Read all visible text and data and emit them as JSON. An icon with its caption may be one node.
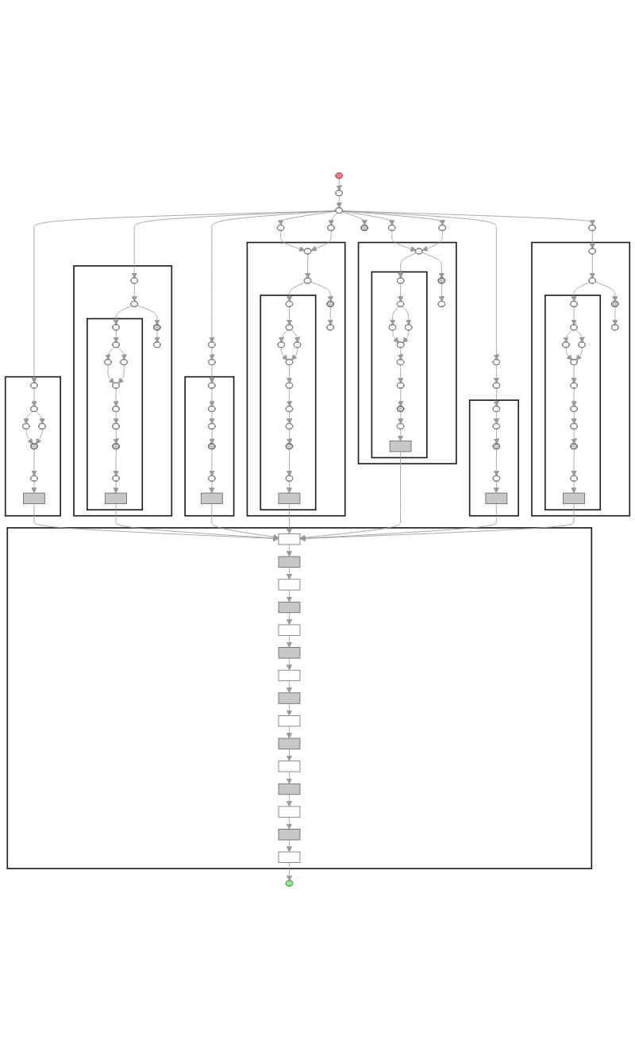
{
  "diagram": {
    "nodes": [
      {
        "text": [],
        "shape": "ellipse"
      },
      {
        "text": [],
        "shape": "ellipse"
      },
      {
        "text": [],
        "shape": "ellipse"
      },
      {
        "text": [],
        "shape": "box"
      },
      {
        "text": [],
        "shape": "ellipse",
        "in": 3
      },
      {
        "text": [],
        "shape": "ellipse",
        "in": 3
      },
      {
        "text": [],
        "shape": "ellipse",
        "in": 3
      },
      {
        "text": [],
        "shape": "ellipse",
        "in": 3
      },
      {
        "text": [],
        "shape": "ellipse",
        "in": 3
      },
      {
        "text": [],
        "shape": "ellipse",
        "in": 3
      },
      {
        "text": [],
        "shape": "box",
        "in": 3
      },
      {
        "text": [],
        "shape": "box"
      },
      {
        "text": [],
        "shape": "ellipse",
        "in": 11
      },
      {
        "text": [],
        "shape": "ellipse",
        "in": 11
      },
      {
        "text": [],
        "shape": "ellipse",
        "in": 11
      },
      {
        "text": [],
        "shape": "ellipse",
        "in": 11
      },
      {
        "text": [],
        "shape": "box",
        "in": 11
      },
      {
        "text": [],
        "shape": "ellipse",
        "in": 16
      },
      {
        "text": [],
        "shape": "ellipse",
        "in": 16
      },
      {
        "text": [],
        "shape": "ellipse",
        "in": 16
      },
      {
        "text": [],
        "shape": "ellipse",
        "in": 16
      },
      {
        "text": [],
        "shape": "ellipse",
        "in": 16
      },
      {
        "text": [],
        "shape": "ellipse",
        "in": 16
      },
      {
        "text": [],
        "shape": "ellipse",
        "in": 16
      },
      {
        "text": [],
        "shape": "ellipse",
        "in": 16
      },
      {
        "text": [],
        "shape": "ellipse",
        "in": 16
      },
      {
        "text": [],
        "shape": "box",
        "in": 16
      },
      {
        "text": [],
        "shape": "box"
      },
      {
        "text": [],
        "shape": "ellipse",
        "in": 27
      },
      {
        "text": [],
        "shape": "ellipse",
        "in": 27
      },
      {
        "text": [],
        "shape": "ellipse",
        "in": 27
      },
      {
        "text": [],
        "shape": "ellipse",
        "in": 27
      },
      {
        "text": [],
        "shape": "ellipse",
        "in": 27
      },
      {
        "text": [],
        "shape": "box",
        "in": 27
      },
      {
        "text": [],
        "shape": "ellipse"
      },
      {
        "text": [],
        "shape": "ellipse"
      },
      {
        "text": [],
        "shape": "ellipse"
      },
      {
        "text": [],
        "shape": "ellipse"
      },
      {
        "text": [],
        "shape": "box"
      },
      {
        "text": [],
        "shape": "ellipse",
        "in": 38
      },
      {
        "text": [],
        "shape": "ellipse",
        "in": 38
      },
      {
        "text": [],
        "shape": "ellipse",
        "in": 38
      },
      {
        "text": [],
        "shape": "ellipse",
        "in": 38
      },
      {
        "text": [],
        "shape": "box",
        "in": 38
      },
      {
        "text": [],
        "shape": "ellipse",
        "in": 43
      },
      {
        "text": [],
        "shape": "ellipse",
        "in": 43
      },
      {
        "text": [],
        "shape": "ellipse",
        "in": 43
      },
      {
        "text": [],
        "shape": "ellipse",
        "in": 43
      },
      {
        "text": [],
        "shape": "ellipse",
        "in": 43
      },
      {
        "text": [],
        "shape": "ellipse",
        "in": 43
      },
      {
        "text": [],
        "shape": "ellipse",
        "in": 43
      },
      {
        "text": [],
        "shape": "ellipse",
        "in": 43
      },
      {
        "text": [],
        "shape": "ellipse",
        "in": 43
      },
      {
        "text": [],
        "shape": "ellipse",
        "in": 43
      },
      {
        "text": [],
        "shape": "box",
        "in": 43
      },
      {
        "text": [],
        "shape": "ellipse"
      },
      {
        "text": [],
        "shape": "ellipse"
      },
      {
        "text": [],
        "shape": "box"
      },
      {
        "text": [],
        "shape": "ellipse",
        "in": 57
      },
      {
        "text": [],
        "shape": "ellipse",
        "in": 57
      },
      {
        "text": [],
        "shape": "ellipse",
        "in": 57
      },
      {
        "text": [],
        "shape": "box",
        "in": 57
      },
      {
        "text": [],
        "shape": "ellipse",
        "in": 61
      },
      {
        "text": [],
        "shape": "ellipse",
        "in": 61
      },
      {
        "text": [],
        "shape": "ellipse",
        "in": 61
      },
      {
        "text": [],
        "shape": "ellipse",
        "in": 61
      },
      {
        "text": [],
        "shape": "ellipse",
        "in": 61
      },
      {
        "text": [],
        "shape": "ellipse",
        "in": 61
      },
      {
        "text": [],
        "shape": "ellipse",
        "in": 61
      },
      {
        "text": [],
        "shape": "ellipse",
        "in": 61
      },
      {
        "text": [],
        "shape": "ellipse",
        "in": 61
      },
      {
        "text": [],
        "shape": "box",
        "in": 61
      },
      {
        "text": [],
        "shape": "box"
      },
      {
        "text": [],
        "shape": "ellipse",
        "in": 72
      },
      {
        "text": [],
        "shape": "ellipse",
        "in": 72
      },
      {
        "text": [],
        "shape": "ellipse",
        "in": 72
      },
      {
        "text": [],
        "shape": "ellipse",
        "in": 72
      },
      {
        "text": [],
        "shape": "box",
        "in": 72
      },
      {
        "text": [],
        "shape": "ellipse"
      },
      {
        "text": [],
        "shape": "ellipse"
      },
      {
        "text": [],
        "shape": "ellipse"
      },
      {
        "text": [],
        "shape": "box"
      },
      {
        "text": [],
        "shape": "ellipse",
        "in": 81
      },
      {
        "text": [],
        "shape": "ellipse",
        "in": 81
      },
      {
        "text": [],
        "shape": "ellipse",
        "in": 81
      },
      {
        "text": [],
        "shape": "ellipse",
        "in": 81
      },
      {
        "text": [],
        "shape": "box",
        "in": 81
      },
      {
        "text": [],
        "shape": "ellipse",
        "in": 86
      },
      {
        "text": [],
        "shape": "ellipse",
        "in": 86
      },
      {
        "text": [],
        "shape": "ellipse",
        "in": 86
      },
      {
        "text": [],
        "shape": "ellipse",
        "in": 86
      },
      {
        "text": [],
        "shape": "ellipse",
        "in": 86
      },
      {
        "text": [],
        "shape": "ellipse",
        "in": 86
      },
      {
        "text": [],
        "shape": "ellipse",
        "in": 86
      },
      {
        "text": [],
        "shape": "ellipse",
        "in": 86
      },
      {
        "text": [],
        "shape": "ellipse",
        "in": 86
      },
      {
        "text": [],
        "shape": "ellipse",
        "in": 86
      },
      {
        "text": [],
        "shape": "box",
        "in": 86
      },
      {
        "text": [],
        "shape": "ellipse"
      },
      {
        "text": [],
        "shape": "box"
      },
      {
        "text": [],
        "shape": "box",
        "in": 99
      },
      {
        "text": [],
        "shape": "box",
        "in": 99
      },
      {
        "text": [],
        "shape": "box",
        "in": 99
      },
      {
        "text": [],
        "shape": "box",
        "in": 99
      },
      {
        "text": [],
        "shape": "box",
        "in": 99
      },
      {
        "text": [],
        "shape": "box",
        "in": 99
      },
      {
        "text": [],
        "shape": "box",
        "in": 99
      },
      {
        "text": [],
        "shape": "box",
        "in": 99
      },
      {
        "text": [],
        "shape": "box",
        "in": 99
      },
      {
        "text": [],
        "shape": "box",
        "in": 99
      },
      {
        "text": [],
        "shape": "box",
        "in": 99
      },
      {
        "text": [],
        "shape": "box",
        "in": 99
      },
      {
        "text": [],
        "shape": "box",
        "in": 99
      },
      {
        "text": [],
        "shape": "box",
        "in": 99
      },
      {
        "text": [],
        "shape": "box",
        "in": 99
      },
      {
        "text": [],
        "shape": "ellipse"
      }
    ],
    "edges": [
      {
        "from": 0,
        "to": 1,
        "arrow": "to"
      },
      {
        "from": 1,
        "to": 2,
        "arrow": "to"
      },
      {
        "from": 2,
        "to": 4,
        "arrow": "to"
      },
      {
        "from": 4,
        "to": 5,
        "arrow": "to"
      },
      {
        "from": 5,
        "to": 6,
        "arrow": "to"
      },
      {
        "from": 5,
        "to": 7,
        "arrow": "to"
      },
      {
        "from": 6,
        "to": 8,
        "arrow": "to"
      },
      {
        "from": 7,
        "to": 8,
        "arrow": "to"
      },
      {
        "from": 8,
        "to": 9,
        "arrow": "to"
      },
      {
        "from": 9,
        "to": 10,
        "arrow": "to"
      },
      {
        "from": 2,
        "to": 12,
        "arrow": "to"
      },
      {
        "from": 12,
        "to": 13,
        "arrow": "to"
      },
      {
        "from": 13,
        "to": 14,
        "arrow": "to"
      },
      {
        "from": 14,
        "to": 15,
        "arrow": "to"
      },
      {
        "from": 13,
        "to": 17,
        "arrow": "to"
      },
      {
        "from": 17,
        "to": 18,
        "arrow": "to"
      },
      {
        "from": 18,
        "to": 19,
        "arrow": "to"
      },
      {
        "from": 18,
        "to": 20,
        "arrow": "to"
      },
      {
        "from": 19,
        "to": 21,
        "arrow": "to"
      },
      {
        "from": 20,
        "to": 21,
        "arrow": "to"
      },
      {
        "from": 21,
        "to": 22,
        "arrow": "to"
      },
      {
        "from": 22,
        "to": 23,
        "arrow": "to"
      },
      {
        "from": 23,
        "to": 24,
        "arrow": "to"
      },
      {
        "from": 24,
        "to": 25,
        "arrow": "to"
      },
      {
        "from": 25,
        "to": 26,
        "arrow": "to"
      },
      {
        "from": 2,
        "to": 34,
        "arrow": "to"
      },
      {
        "from": 34,
        "to": 35,
        "arrow": "to"
      },
      {
        "from": 35,
        "to": 28,
        "arrow": "to"
      },
      {
        "from": 28,
        "to": 29,
        "arrow": "to"
      },
      {
        "from": 29,
        "to": 30,
        "arrow": "to"
      },
      {
        "from": 30,
        "to": 31,
        "arrow": "to"
      },
      {
        "from": 31,
        "to": 32,
        "arrow": "to"
      },
      {
        "from": 32,
        "to": 33,
        "arrow": "to"
      },
      {
        "from": 2,
        "to": 36,
        "arrow": "to"
      },
      {
        "from": 2,
        "to": 37,
        "arrow": "to"
      },
      {
        "from": 36,
        "to": 39,
        "arrow": "to"
      },
      {
        "from": 37,
        "to": 39,
        "arrow": "to"
      },
      {
        "from": 39,
        "to": 40,
        "arrow": "to"
      },
      {
        "from": 40,
        "to": 41,
        "arrow": "to"
      },
      {
        "from": 41,
        "to": 42,
        "arrow": "to"
      },
      {
        "from": 40,
        "to": 44,
        "arrow": "to"
      },
      {
        "from": 44,
        "to": 45,
        "arrow": "to"
      },
      {
        "from": 45,
        "to": 46,
        "arrow": "to"
      },
      {
        "from": 45,
        "to": 47,
        "arrow": "to"
      },
      {
        "from": 46,
        "to": 48,
        "arrow": "to"
      },
      {
        "from": 47,
        "to": 48,
        "arrow": "to"
      },
      {
        "from": 48,
        "to": 49,
        "arrow": "to"
      },
      {
        "from": 49,
        "to": 50,
        "arrow": "to"
      },
      {
        "from": 50,
        "to": 51,
        "arrow": "to"
      },
      {
        "from": 51,
        "to": 52,
        "arrow": "to"
      },
      {
        "from": 52,
        "to": 53,
        "arrow": "to"
      },
      {
        "from": 53,
        "to": 54,
        "arrow": "to"
      },
      {
        "from": 2,
        "to": 55,
        "arrow": "to"
      },
      {
        "from": 2,
        "to": 56,
        "arrow": "to"
      },
      {
        "from": 55,
        "to": 58,
        "arrow": "to"
      },
      {
        "from": 56,
        "to": 58,
        "arrow": "to"
      },
      {
        "from": 58,
        "to": 59,
        "arrow": "to"
      },
      {
        "from": 59,
        "to": 60,
        "arrow": "to"
      },
      {
        "from": 58,
        "to": 62,
        "arrow": "to"
      },
      {
        "from": 62,
        "to": 63,
        "arrow": "to"
      },
      {
        "from": 63,
        "to": 64,
        "arrow": "to"
      },
      {
        "from": 63,
        "to": 65,
        "arrow": "to"
      },
      {
        "from": 64,
        "to": 66,
        "arrow": "to"
      },
      {
        "from": 65,
        "to": 66,
        "arrow": "to"
      },
      {
        "from": 66,
        "to": 67,
        "arrow": "to"
      },
      {
        "from": 67,
        "to": 68,
        "arrow": "to"
      },
      {
        "from": 68,
        "to": 69,
        "arrow": "to"
      },
      {
        "from": 69,
        "to": 70,
        "arrow": "to"
      },
      {
        "from": 70,
        "to": 71,
        "arrow": "to"
      },
      {
        "from": 2,
        "to": 78,
        "arrow": "to"
      },
      {
        "from": 78,
        "to": 79,
        "arrow": "to"
      },
      {
        "from": 79,
        "to": 73,
        "arrow": "to"
      },
      {
        "from": 73,
        "to": 74,
        "arrow": "to"
      },
      {
        "from": 74,
        "to": 75,
        "arrow": "to"
      },
      {
        "from": 75,
        "to": 76,
        "arrow": "to"
      },
      {
        "from": 76,
        "to": 77,
        "arrow": "to"
      },
      {
        "from": 2,
        "to": 80,
        "arrow": "to"
      },
      {
        "from": 80,
        "to": 82,
        "arrow": "to"
      },
      {
        "from": 82,
        "to": 83,
        "arrow": "to"
      },
      {
        "from": 83,
        "to": 84,
        "arrow": "to"
      },
      {
        "from": 84,
        "to": 85,
        "arrow": "to"
      },
      {
        "from": 83,
        "to": 87,
        "arrow": "to"
      },
      {
        "from": 87,
        "to": 88,
        "arrow": "to"
      },
      {
        "from": 88,
        "to": 89,
        "arrow": "to"
      },
      {
        "from": 88,
        "to": 90,
        "arrow": "to"
      },
      {
        "from": 89,
        "to": 91,
        "arrow": "to"
      },
      {
        "from": 90,
        "to": 91,
        "arrow": "to"
      },
      {
        "from": 91,
        "to": 92,
        "arrow": "to"
      },
      {
        "from": 92,
        "to": 93,
        "arrow": "to"
      },
      {
        "from": 93,
        "to": 94,
        "arrow": "to"
      },
      {
        "from": 94,
        "to": 95,
        "arrow": "to"
      },
      {
        "from": 95,
        "to": 96,
        "arrow": "to"
      },
      {
        "from": 96,
        "to": 97,
        "arrow": "to"
      },
      {
        "from": 2,
        "to": 98,
        "arrow": "to"
      },
      {
        "from": 10,
        "to": 100,
        "arrow": "to"
      },
      {
        "from": 26,
        "to": 100,
        "arrow": "to"
      },
      {
        "from": 33,
        "to": 100,
        "arrow": "to"
      },
      {
        "from": 54,
        "to": 100,
        "arrow": "to"
      },
      {
        "from": 71,
        "to": 100,
        "arrow": "to"
      },
      {
        "from": 77,
        "to": 100,
        "arrow": "to"
      },
      {
        "from": 97,
        "to": 100,
        "arrow": "to"
      },
      {
        "from": 100,
        "to": 101,
        "arrow": "to"
      },
      {
        "from": 101,
        "to": 102,
        "arrow": "to"
      },
      {
        "from": 102,
        "to": 103,
        "arrow": "to"
      },
      {
        "from": 103,
        "to": 104,
        "arrow": "to"
      },
      {
        "from": 104,
        "to": 105,
        "arrow": "to"
      },
      {
        "from": 105,
        "to": 106,
        "arrow": "to"
      },
      {
        "from": 106,
        "to": 107,
        "arrow": "to"
      },
      {
        "from": 107,
        "to": 108,
        "arrow": "to"
      },
      {
        "from": 108,
        "to": 109,
        "arrow": "to"
      },
      {
        "from": 109,
        "to": 110,
        "arrow": "to"
      },
      {
        "from": 110,
        "to": 111,
        "arrow": "to"
      },
      {
        "from": 111,
        "to": 112,
        "arrow": "to"
      },
      {
        "from": 112,
        "to": 113,
        "arrow": "to"
      },
      {
        "from": 113,
        "to": 114,
        "arrow": "to"
      },
      {
        "from": 114,
        "to": 115,
        "arrow": "to"
      }
    ]
  }
}
